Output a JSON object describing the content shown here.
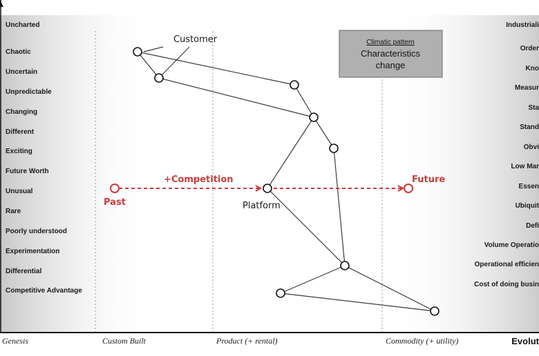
{
  "left_labels": [
    "Uncharted",
    "Chaotic",
    "Uncertain",
    "Unpredictable",
    "Changing",
    "Different",
    "Exciting",
    "Future Worth",
    "Unusual",
    "Rare",
    "Poorly understood",
    "Experimentation",
    "Differential",
    "Competitive Advantage"
  ],
  "right_labels": [
    "Industriali",
    "Order",
    "Kno",
    "Measur",
    "Sta",
    "Stand",
    "Obvi",
    "Low Mar",
    "Essen",
    "Ubiquit",
    "Defi",
    "Volume Operatio",
    "Operational efficien",
    "Cost of doing busin"
  ],
  "axis_labels": [
    "Genesis",
    "Custom Built",
    "Product (+ rental)",
    "Commodity (+ utility)",
    "Evolut"
  ],
  "node_labels": {
    "customer": "Customer",
    "platform": "Platform"
  },
  "pattern_box": {
    "title": "Climatic pattern",
    "line1": "Characteristics",
    "line2": "change"
  },
  "annotations": {
    "past": "Past",
    "competition": "+Competition",
    "future": "Future"
  },
  "colors": {
    "accent_red": "#c93c3c",
    "box_fill": "#b0b0b0",
    "line": "#3a3a3a"
  }
}
